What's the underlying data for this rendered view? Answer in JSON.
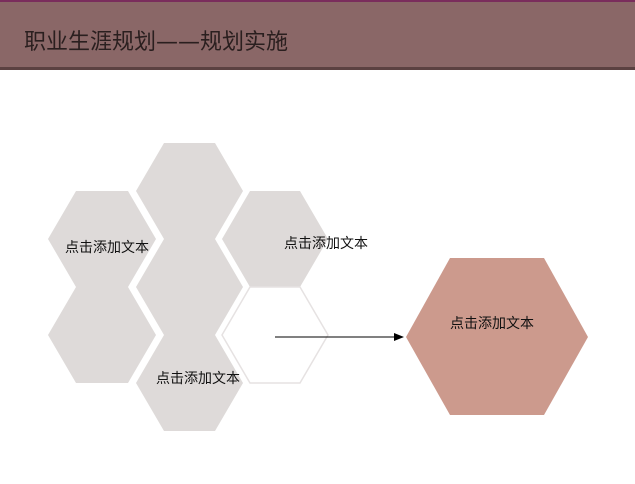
{
  "header": {
    "title": "职业生涯规划——规划实施"
  },
  "diagram": {
    "colors": {
      "hex_fill": "#dedad9",
      "hex_outline": "#e6e2e2",
      "target_fill": "#cc9a8d",
      "arrow": "#000000"
    },
    "labels": [
      "点击添加文本",
      "点击添加文本",
      "点击添加文本",
      "点击添加文本"
    ]
  }
}
